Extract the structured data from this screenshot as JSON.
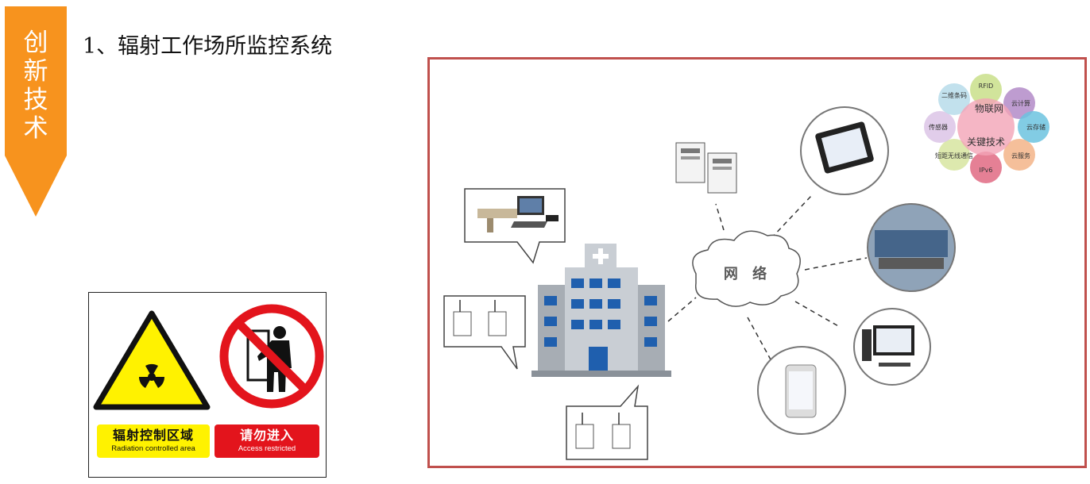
{
  "banner": {
    "chars": [
      "创",
      "新",
      "技",
      "术"
    ],
    "color": "#f7931e"
  },
  "title": "1、辐射工作场所监控系统",
  "sign": {
    "label_yellow_cn": "辐射控制区域",
    "label_yellow_en": "Radiation controlled area",
    "label_red_cn": "请勿进入",
    "label_red_en": "Access restricted"
  },
  "diagram": {
    "border_color": "#c0504d",
    "network_label": "网 络",
    "venn": {
      "center_top": "物联网",
      "center_bottom": "关键技术",
      "petals": [
        "RFID",
        "云计算",
        "云存储",
        "云服务",
        "IPv6",
        "短距无线通信",
        "传感器",
        "二维条码"
      ]
    }
  }
}
